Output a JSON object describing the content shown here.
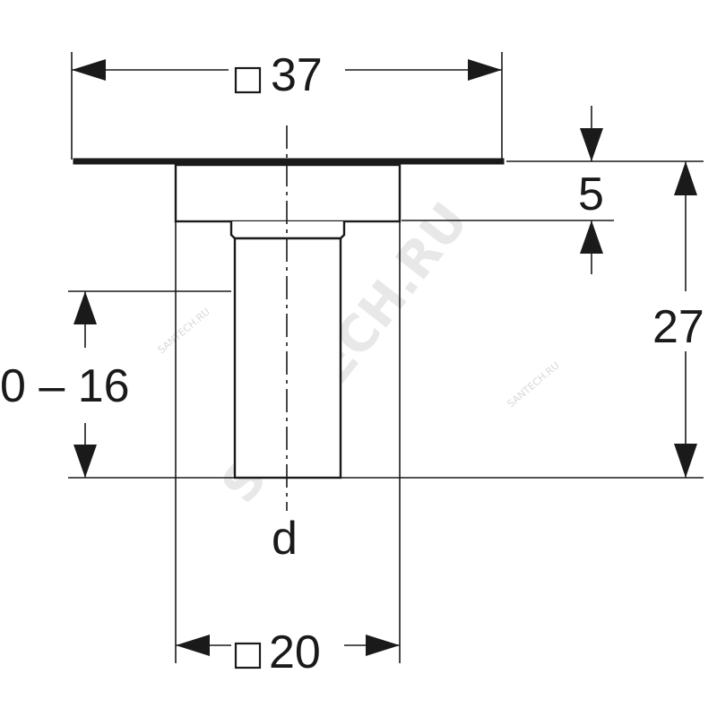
{
  "drawing": {
    "watermark": "SANTECH.RU",
    "watermark_small": "SANTECH.RU",
    "dimensions": {
      "top_width": "37",
      "plate_height": "5",
      "total_height": "27",
      "adjust_range": "0 – 16",
      "pipe_diameter": "d",
      "bottom_width": "20"
    }
  }
}
